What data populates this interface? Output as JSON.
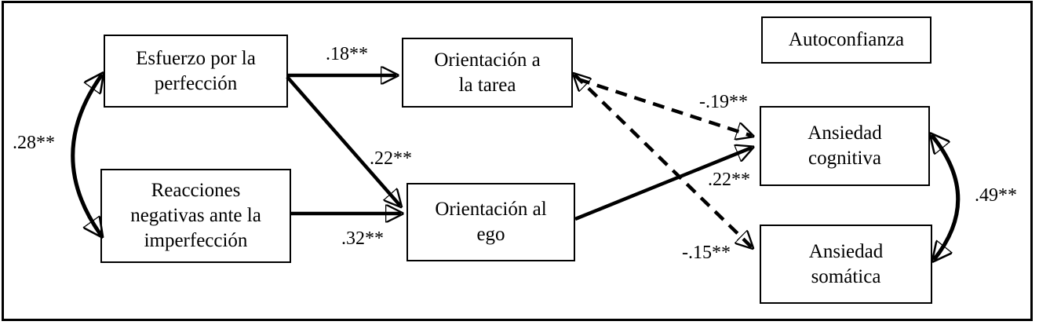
{
  "figure": {
    "type": "structural-path-diagram",
    "colors": {
      "ink": "#000000",
      "background": "#ffffff",
      "box_fill": "#ffffff"
    },
    "nodes": {
      "esfuerzo": {
        "label": "Esfuerzo por la\nperfección"
      },
      "reacciones": {
        "label": "Reacciones\nnegativas ante la\nimperfección"
      },
      "tarea": {
        "label": "Orientación a\nla tarea"
      },
      "ego": {
        "label": "Orientación al\nego"
      },
      "autoconfianza": {
        "label": "Autoconfianza"
      },
      "cognitiva": {
        "label": "Ansiedad\ncognitiva"
      },
      "somatica": {
        "label": "Ansiedad\nsomática"
      }
    },
    "paths": {
      "esfuerzo_reacciones": {
        "from": "esfuerzo",
        "to": "reacciones",
        "coefficient": ".28**",
        "style": "curved-double-arrow"
      },
      "esfuerzo_tarea": {
        "from": "esfuerzo",
        "to": "tarea",
        "coefficient": ".18**",
        "style": "solid-arrow"
      },
      "esfuerzo_ego": {
        "from": "esfuerzo",
        "to": "ego",
        "coefficient": ".22**",
        "style": "solid-arrow"
      },
      "reacciones_ego": {
        "from": "reacciones",
        "to": "ego",
        "coefficient": ".32**",
        "style": "solid-arrow"
      },
      "tarea_cognitiva": {
        "from": "tarea",
        "to": "cognitiva",
        "coefficient": "-.19**",
        "style": "dashed-arrow"
      },
      "ego_cognitiva": {
        "from": "ego",
        "to": "cognitiva",
        "coefficient": ".22**",
        "style": "solid-arrow"
      },
      "tarea_somatica": {
        "from": "tarea",
        "to": "somatica",
        "coefficient": "-.15**",
        "style": "dashed-double-arrow"
      },
      "cognitiva_somatica": {
        "from": "cognitiva",
        "to": "somatica",
        "coefficient": ".49**",
        "style": "curved-double-arrow"
      }
    }
  }
}
